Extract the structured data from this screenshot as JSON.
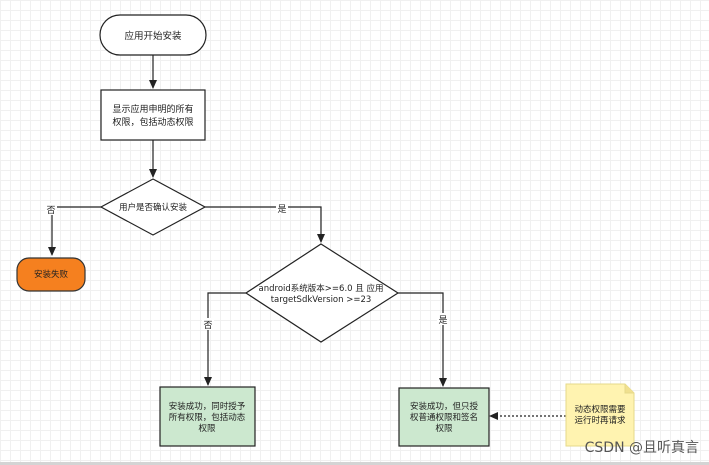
{
  "flowchart": {
    "start": "应用开始安装",
    "show_permissions": [
      "显示应用申明的所有",
      "权限，包括动态权限"
    ],
    "confirm_install": "用户是否确认安装",
    "fail": "安装失败",
    "version_check": [
      "android系统版本>=6.0 且 应用",
      "targetSdkVersion >=23"
    ],
    "success_all": [
      "安装成功，同时授予",
      "所有权限，包括动态",
      "权限"
    ],
    "success_partial": [
      "安装成功，但只授",
      "权普通权限和签名",
      "权限"
    ],
    "note": [
      "动态权限需要",
      "运行时再请求"
    ],
    "edge_no_1": "否",
    "edge_yes_1": "是",
    "edge_no_2": "否",
    "edge_yes_2": "是"
  },
  "colors": {
    "fail_fill": "#f5801f",
    "success_fill": "#cce8cf",
    "note_fill": "#fff3b0"
  },
  "watermark": "CSDN @且听真言"
}
